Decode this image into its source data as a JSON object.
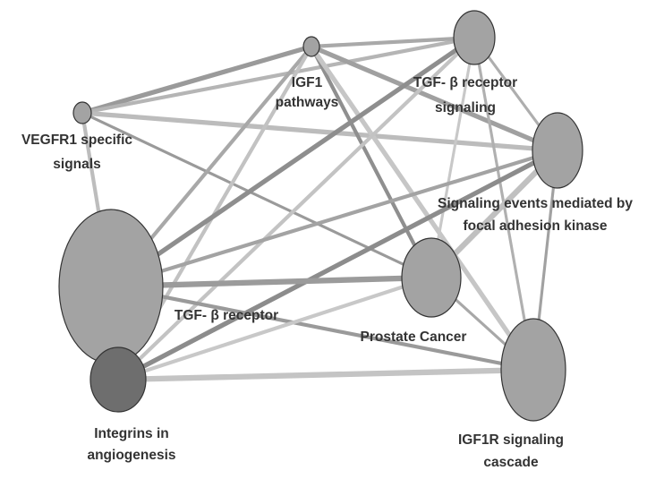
{
  "nodes": [
    {
      "id": "igf1",
      "label_lines": [
        "IGF1",
        "pathways"
      ],
      "fill": "#a3a3a3"
    },
    {
      "id": "tgfb_signaling",
      "label_lines": [
        "TGF- β receptor",
        "signaling"
      ],
      "fill": "#a3a3a3"
    },
    {
      "id": "vegfr1",
      "label_lines": [
        "VEGFR1 specific",
        "signals"
      ],
      "fill": "#a3a3a3"
    },
    {
      "id": "fak",
      "label_lines": [
        "Signaling events mediated by",
        "focal adhesion kinase"
      ],
      "fill": "#a3a3a3"
    },
    {
      "id": "tgfb_receptor",
      "label_lines": [
        "TGF- β receptor"
      ],
      "fill": "#a3a3a3"
    },
    {
      "id": "prostate",
      "label_lines": [
        "Prostate Cancer"
      ],
      "fill": "#a3a3a3"
    },
    {
      "id": "integrins",
      "label_lines": [
        "Integrins in",
        "angiogenesis"
      ],
      "fill": "#6e6e6e"
    },
    {
      "id": "igf1r",
      "label_lines": [
        "IGF1R signaling",
        "cascade"
      ],
      "fill": "#a3a3a3"
    }
  ],
  "edges": [
    {
      "source": "vegfr1",
      "target": "igf1",
      "color": "#9a9a9a",
      "weight": 5
    },
    {
      "source": "vegfr1",
      "target": "tgfb_signaling",
      "color": "#b5b5b5",
      "weight": 4
    },
    {
      "source": "vegfr1",
      "target": "fak",
      "color": "#bcbcbc",
      "weight": 5
    },
    {
      "source": "vegfr1",
      "target": "prostate",
      "color": "#9a9a9a",
      "weight": 3
    },
    {
      "source": "vegfr1",
      "target": "tgfb_receptor",
      "color": "#bdbdbd",
      "weight": 4
    },
    {
      "source": "igf1",
      "target": "tgfb_signaling",
      "color": "#a9a9a9",
      "weight": 4
    },
    {
      "source": "igf1",
      "target": "fak",
      "color": "#a0a0a0",
      "weight": 5
    },
    {
      "source": "igf1",
      "target": "tgfb_receptor",
      "color": "#a8a8a8",
      "weight": 4
    },
    {
      "source": "igf1",
      "target": "integrins",
      "color": "#c2c2c2",
      "weight": 4
    },
    {
      "source": "igf1",
      "target": "prostate",
      "color": "#8f8f8f",
      "weight": 4
    },
    {
      "source": "igf1",
      "target": "igf1r",
      "color": "#c6c6c6",
      "weight": 5
    },
    {
      "source": "tgfb_signaling",
      "target": "fak",
      "color": "#aeaeae",
      "weight": 3
    },
    {
      "source": "tgfb_signaling",
      "target": "tgfb_receptor",
      "color": "#8e8e8e",
      "weight": 5
    },
    {
      "source": "tgfb_signaling",
      "target": "integrins",
      "color": "#c3c3c3",
      "weight": 4
    },
    {
      "source": "tgfb_signaling",
      "target": "prostate",
      "color": "#c8c8c8",
      "weight": 3
    },
    {
      "source": "tgfb_signaling",
      "target": "igf1r",
      "color": "#b0b0b0",
      "weight": 3
    },
    {
      "source": "fak",
      "target": "tgfb_receptor",
      "color": "#a3a3a3",
      "weight": 4
    },
    {
      "source": "fak",
      "target": "integrins",
      "color": "#8c8c8c",
      "weight": 5
    },
    {
      "source": "fak",
      "target": "prostate",
      "color": "#c0c0c0",
      "weight": 6
    },
    {
      "source": "fak",
      "target": "igf1r",
      "color": "#a1a1a1",
      "weight": 3
    },
    {
      "source": "tgfb_receptor",
      "target": "prostate",
      "color": "#9b9b9b",
      "weight": 6
    },
    {
      "source": "tgfb_receptor",
      "target": "igf1r",
      "color": "#9a9a9a",
      "weight": 4
    },
    {
      "source": "tgfb_receptor",
      "target": "integrins",
      "color": "#bdbdbd",
      "weight": 3
    },
    {
      "source": "integrins",
      "target": "prostate",
      "color": "#c8c8c8",
      "weight": 4
    },
    {
      "source": "integrins",
      "target": "igf1r",
      "color": "#c4c4c4",
      "weight": 6
    },
    {
      "source": "prostate",
      "target": "igf1r",
      "color": "#a8a8a8",
      "weight": 3
    }
  ]
}
